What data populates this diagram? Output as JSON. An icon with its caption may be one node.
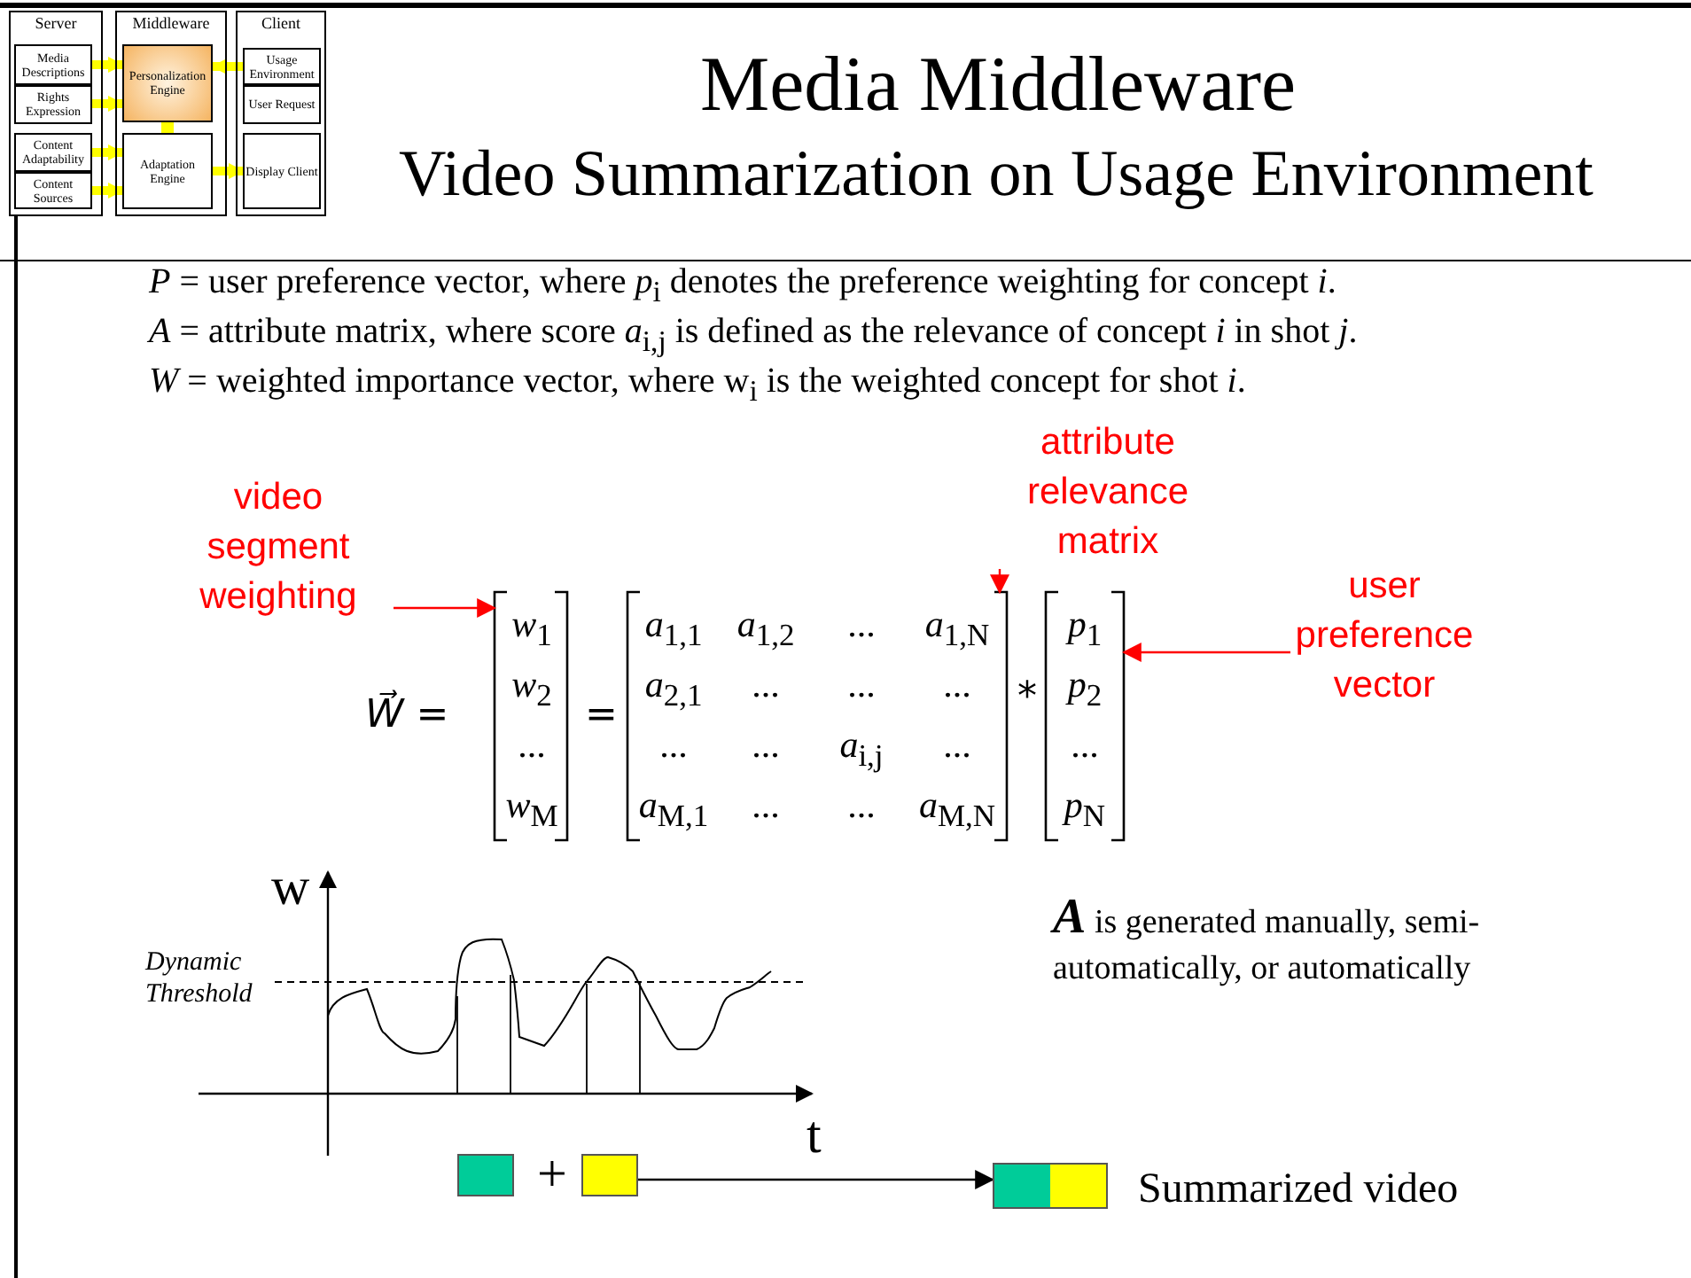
{
  "diagram": {
    "title": "Media Middleware",
    "nodes": [
      {
        "text": [
          "Server"
        ]
      },
      {
        "text": [
          "Media Descriptions"
        ],
        "in": 0
      },
      {
        "text": [
          "Rights Expression"
        ],
        "in": 0
      },
      {
        "text": [
          "Content Adaptability"
        ],
        "in": 0
      },
      {
        "text": [
          "Content Sources"
        ],
        "in": 0
      },
      {
        "text": [
          "Middleware"
        ]
      },
      {
        "text": [
          "Personalization Engine"
        ],
        "in": 5
      },
      {
        "text": [
          "Adaptation Engine"
        ],
        "in": 5
      },
      {
        "text": [
          "Client"
        ]
      },
      {
        "text": [
          "Usage Environment"
        ],
        "in": 8
      },
      {
        "text": [
          "User Request"
        ],
        "in": 8
      },
      {
        "text": [
          "Display Client"
        ],
        "in": 8
      },
      {
        "text": [
          "attribute relevance matrix"
        ]
      },
      {
        "text": [
          "video segment weighting"
        ]
      },
      {
        "text": [
          "user preference vector"
        ]
      },
      {
        "text": [],
        "shape": "box"
      },
      {
        "text": [],
        "shape": "box"
      },
      {
        "text": [],
        "shape": "box",
        "beside": [
          "Summarized video"
        ]
      },
      {
        "text": [],
        "shape": "bracket"
      },
      {
        "text": [],
        "shape": "bracket"
      },
      {
        "text": [],
        "shape": "bracket"
      }
    ],
    "edges": [
      {
        "from": 1,
        "to": 6,
        "arrow": "to"
      },
      {
        "from": 2,
        "to": 6,
        "arrow": "to"
      },
      {
        "from": 3,
        "to": 7,
        "arrow": "to"
      },
      {
        "from": 4,
        "to": 7,
        "arrow": "to"
      },
      {
        "from": 9,
        "to": 6,
        "arrow": "to"
      },
      {
        "from": 6,
        "to": 7,
        "arrow": "none"
      },
      {
        "from": 7,
        "to": 11,
        "arrow": "to"
      },
      {
        "from": 12,
        "to": 19,
        "arrow": "to",
        "color": "#ff0000"
      },
      {
        "from": 13,
        "to": 18,
        "arrow": "to",
        "color": "#ff0000"
      },
      {
        "from": 14,
        "to": 20,
        "arrow": "to",
        "color": "#ff0000"
      },
      {
        "from": 16,
        "to": 17,
        "arrow": "to",
        "color": "#000000"
      }
    ],
    "labels": [
      "Video Summarization on Usage Environment",
      "*P* = user preference vector, where *p*$_{i}$ denotes the preference weighting for concept *i*.",
      "*A* = attribute matrix, where score *a*$_{i,j}$ is defined as the relevance of concept *i* in shot *j*.",
      "*W* = weighted importance vector, where w$_{i}$ is the weighted concept for shot *i*.",
      "*W⃗* =",
      "*w*$_{1}$",
      "*w*$_{2}$",
      "...",
      "*w*$_{M}$",
      "=",
      "*a*$_{1,1}$",
      "*a*$_{1,2}$",
      "...",
      "*a*$_{1,N}$",
      "*a*$_{2,1}$",
      "...",
      "...",
      "...",
      "...",
      "...",
      "*a*$_{i,j}$",
      "...",
      "*a*$_{M,1}$",
      "...",
      "...",
      "*a*$_{M,N}$",
      "*",
      "*p*$_{1}$",
      "*p*$_{2}$",
      "...",
      "*p*$_{N}$",
      "w",
      "Dynamic Threshold",
      "**A** is generated manually, semi-automatically, or automatically",
      "t",
      "+"
    ]
  }
}
